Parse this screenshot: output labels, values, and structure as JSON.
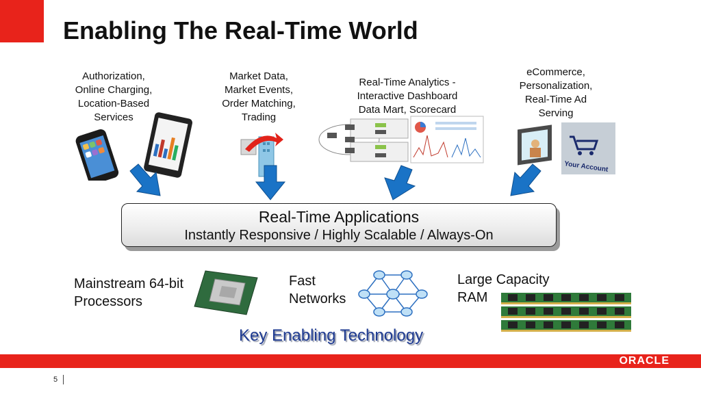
{
  "slide": {
    "title": "Enabling The Real-Time World",
    "page_number": "5",
    "brand": "ORACLE"
  },
  "use_cases": [
    {
      "lines": [
        "Authorization,",
        "Online Charging,",
        "Location-Based",
        "Services"
      ]
    },
    {
      "lines": [
        "Market Data,",
        "Market Events,",
        "Order Matching,",
        "Trading"
      ]
    },
    {
      "lines": [
        "Real-Time Analytics -",
        "Interactive Dashboard",
        "Data Mart, Scorecard"
      ]
    },
    {
      "lines": [
        "eCommerce,",
        "Personalization,",
        "Real-Time Ad",
        "Serving"
      ]
    }
  ],
  "applications": {
    "title": "Real-Time Applications",
    "subtitle": "Instantly Responsive / Highly Scalable / Always-On"
  },
  "technologies": [
    {
      "lines": [
        "Mainstream 64-bit",
        "Processors"
      ]
    },
    {
      "lines": [
        "Fast",
        "Networks"
      ]
    },
    {
      "lines": [
        "Large Capacity",
        "RAM"
      ]
    }
  ],
  "key_technology": "Key Enabling Technology",
  "screen_label": "Your Account",
  "colors": {
    "brand_red": "#e8231b",
    "arrow_blue": "#1a73c6",
    "key_text_blue": "#1f3b91"
  }
}
